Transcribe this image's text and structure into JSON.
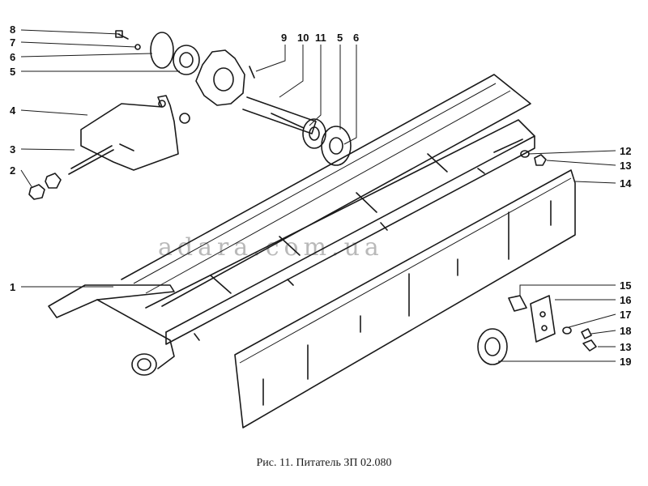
{
  "caption": "Рис. 11. Питатель ЗП 02.080",
  "watermark": "adara.com.ua",
  "callouts": {
    "n1": "1",
    "n2": "2",
    "n3": "3",
    "n4": "4",
    "n5a": "5",
    "n5b": "5",
    "n6a": "6",
    "n6b": "6",
    "n7": "7",
    "n8": "8",
    "n9": "9",
    "n10": "10",
    "n11": "11",
    "n12": "12",
    "n13a": "13",
    "n13b": "13",
    "n14": "14",
    "n15": "15",
    "n16": "16",
    "n17": "17",
    "n18": "18",
    "n19": "19"
  }
}
